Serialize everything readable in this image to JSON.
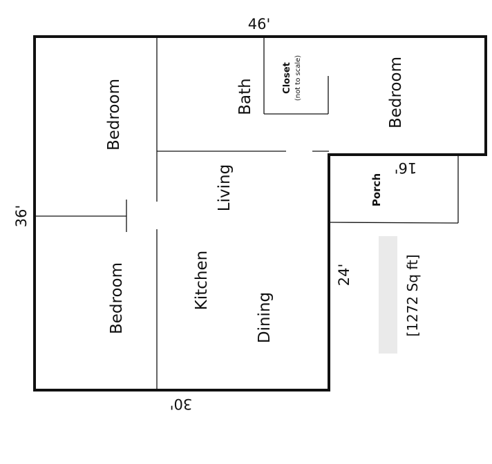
{
  "rooms": {
    "bedroom_top_left": "Bedroom",
    "bedroom_bottom_left": "Bedroom",
    "bedroom_right": "Bedroom",
    "bath": "Bath",
    "living": "Living",
    "kitchen": "Kitchen",
    "dining": "Dining",
    "porch": "Porch",
    "closet": "Closet",
    "closet_note": "(not to scale)"
  },
  "dimensions": {
    "top": "46'",
    "left": "36'",
    "bottom": "30'",
    "right_lower": "24'",
    "porch_width": "16'"
  },
  "area": "[1272 Sq ft]"
}
